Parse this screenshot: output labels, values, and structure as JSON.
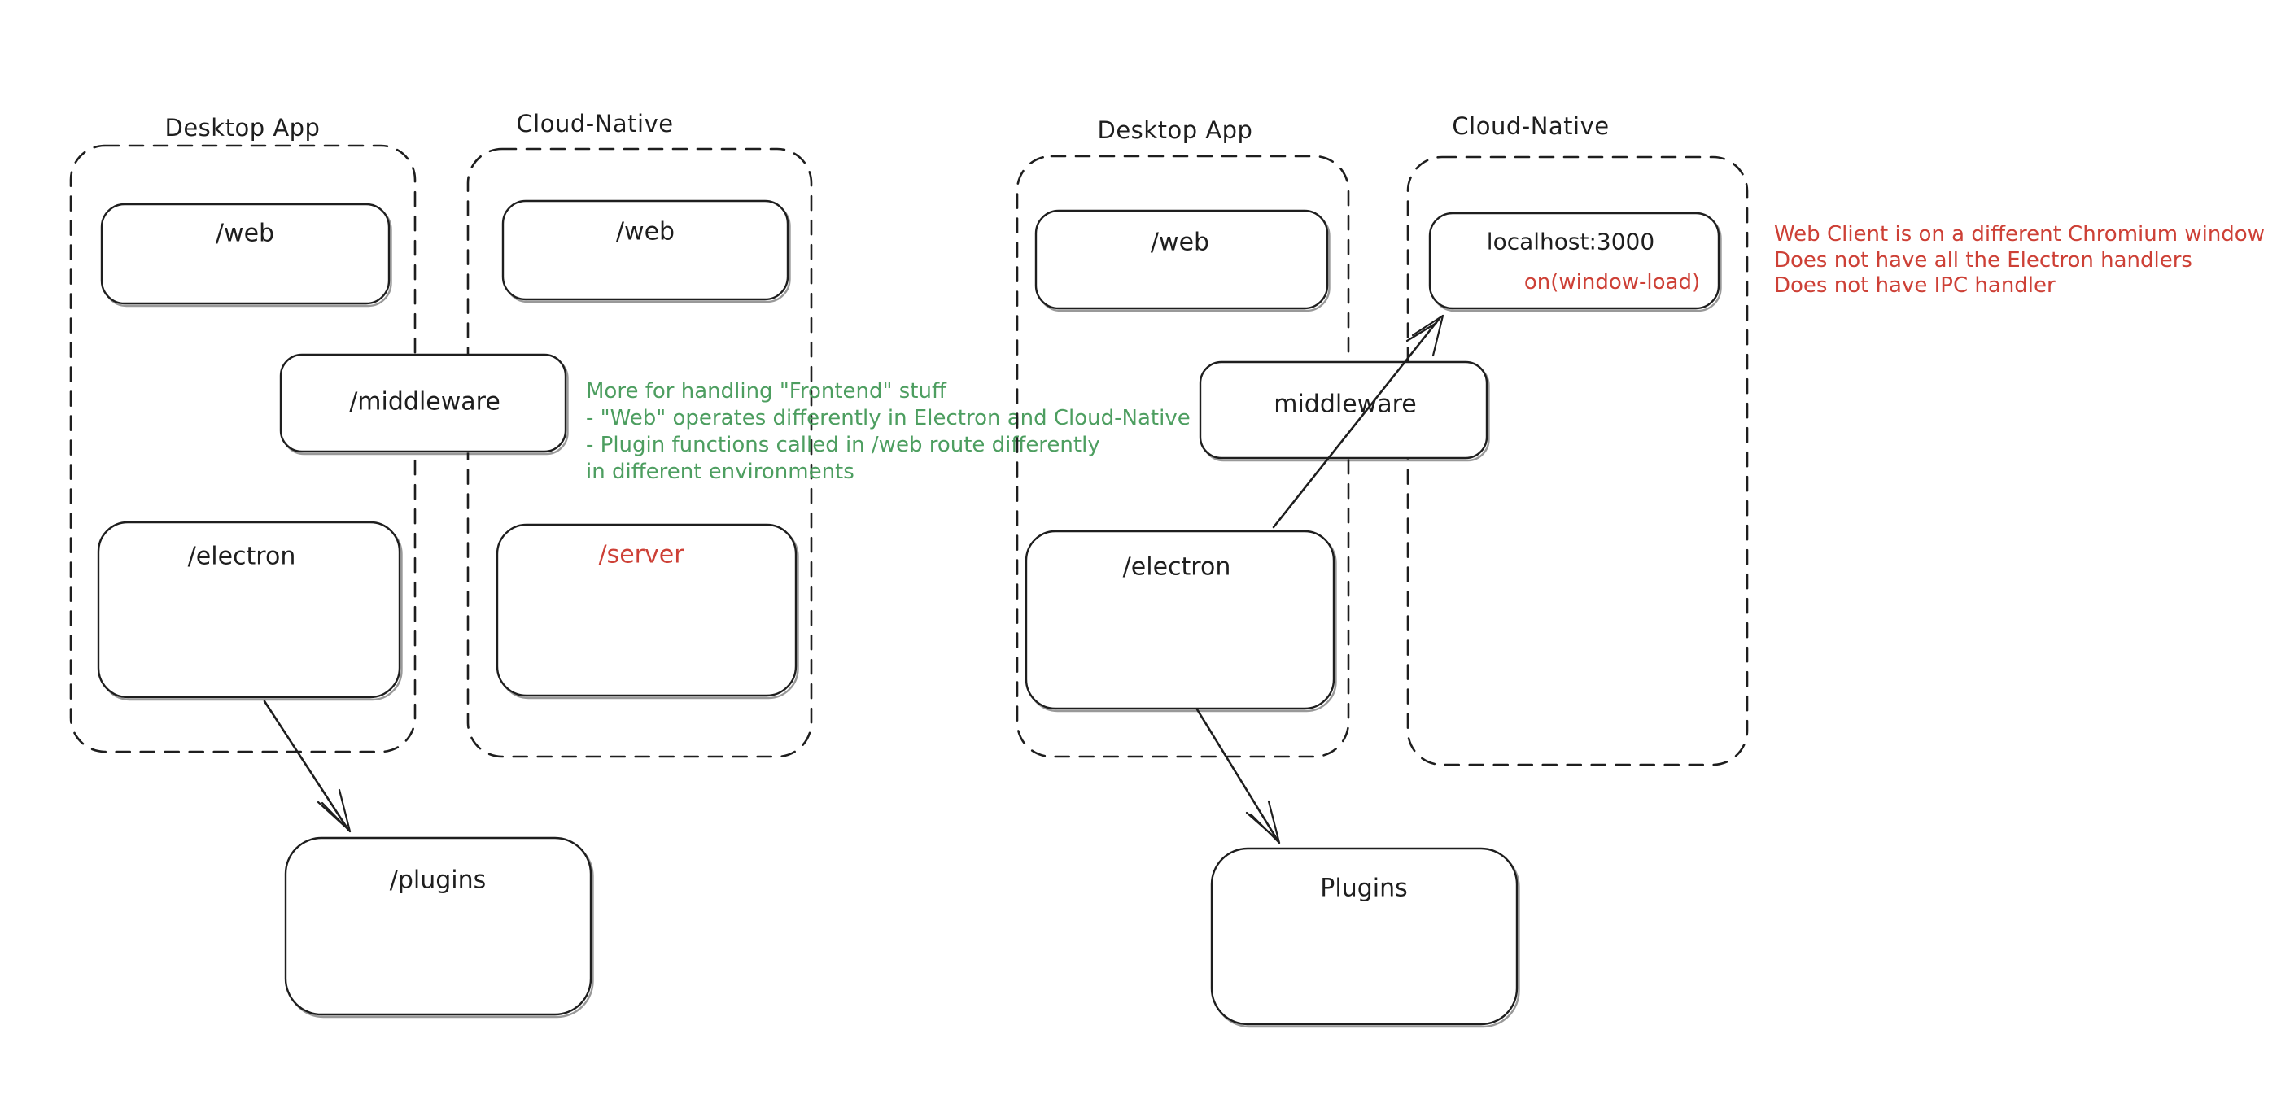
{
  "colors": {
    "ink": "#1e1e1e",
    "green": "#4d9e60",
    "red": "#cd4036",
    "background": "#ffffff"
  },
  "left_diagram": {
    "desktop_container_label": "Desktop App",
    "cloud_container_label": "Cloud-Native",
    "web_desktop_box_label": "/web",
    "web_cloud_box_label": "/web",
    "middleware_box_label": "/middleware",
    "electron_box_label": "/electron",
    "server_box_label": "/server",
    "plugins_box_label": "/plugins",
    "note_lines": [
      "More for handling \"Frontend\" stuff",
      "- \"Web\" operates differently in Electron and Cloud-Native",
      "- Plugin functions called in /web route differently",
      "in different environments"
    ]
  },
  "right_diagram": {
    "desktop_container_label": "Desktop App",
    "cloud_container_label": "Cloud-Native",
    "web_box_label": "/web",
    "localhost_box_label": "localhost:3000",
    "localhost_handler_label": "on(window-load)",
    "middleware_box_label": "middleware",
    "electron_box_label": "/electron",
    "plugins_box_label": "Plugins",
    "note_lines": [
      "Web Client is on a different Chromium window",
      "Does not have all the Electron handlers",
      "Does not have IPC handler"
    ]
  }
}
